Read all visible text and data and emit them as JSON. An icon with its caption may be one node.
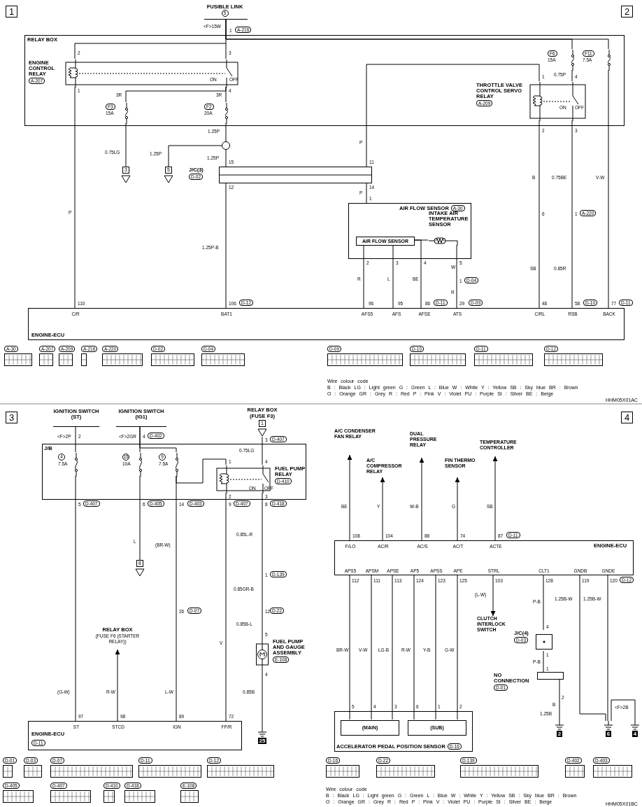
{
  "diagram": {
    "nodes": [
      {
        "text": [
          "FUSIBLE LINK",
          "5"
        ]
      },
      {
        "text": [
          "RELAY BOX"
        ]
      },
      {
        "text": [
          "ENGINE CONTROL RELAY",
          "A-207"
        ],
        "in": 1
      },
      {
        "text": [
          "F3",
          "15A"
        ],
        "in": 1
      },
      {
        "text": [
          "F2",
          "20A"
        ],
        "in": 1
      },
      {
        "text": [
          "F6",
          "15A"
        ],
        "in": 1
      },
      {
        "text": [
          "F11",
          "7.5A"
        ],
        "in": 1
      },
      {
        "text": [
          "THROTTLE VALVE CONTROL SERVO RELAY",
          "A-209"
        ],
        "in": 1
      },
      {
        "text": [],
        "shape": "circle"
      },
      {
        "text": [
          "3"
        ]
      },
      {
        "text": [
          "5"
        ]
      },
      {
        "text": [
          "J/C(3)",
          "D-02"
        ]
      },
      {
        "text": [
          "AIR FLOW SENSOR",
          "A-30"
        ]
      },
      {
        "text": [
          "AIR FLOW SENSOR"
        ],
        "in": 12
      },
      {
        "text": [
          "INTAKE AIR TEMPERATURE SENSOR"
        ],
        "in": 12
      },
      {
        "text": [
          "ENGINE-ECU",
          "C/R",
          "BAT1",
          "AFS5",
          "AFS",
          "AFSE",
          "ATS",
          "C/RL",
          "RSB",
          "BACK"
        ]
      },
      {
        "text": [
          "IGNITION SWITCH (ST)"
        ]
      },
      {
        "text": [
          "IGNITION SWITCH (IG1)"
        ]
      },
      {
        "text": [
          "RELAY BOX",
          "(FUSE F3)",
          "1"
        ]
      },
      {
        "text": [
          "J/B"
        ]
      },
      {
        "text": [
          "4",
          "7.5A"
        ],
        "in": 19
      },
      {
        "text": [
          "15",
          "10A"
        ],
        "in": 19
      },
      {
        "text": [
          "9",
          "7.5A"
        ],
        "in": 19
      },
      {
        "text": [
          "FUEL PUMP RELAY",
          "D-410"
        ],
        "in": 19
      },
      {
        "text": [
          "8"
        ]
      },
      {
        "text": [
          "RELAY BOX",
          "(FUSE F6 (STARTER RELAY))"
        ]
      },
      {
        "text": [
          "FUEL PUMP AND GAUGE ASSEMBLY",
          "E-108"
        ]
      },
      {
        "text": [
          "25"
        ]
      },
      {
        "text": [
          "ENGINE-ECU",
          "D-11",
          "ST",
          "STCD",
          "IGN",
          "FP/R"
        ]
      },
      {
        "text": [
          "A/C CONDENSER FAN RELAY"
        ]
      },
      {
        "text": [
          "A/C COMPRESSOR RELAY"
        ]
      },
      {
        "text": [
          "DUAL PRESSURE RELAY"
        ]
      },
      {
        "text": [
          "FIN THERMO SENSOR"
        ]
      },
      {
        "text": [
          "TEMPERATURE CONTROLLER"
        ]
      },
      {
        "text": [
          "ENGINE-ECU",
          "F/LO",
          "AC/R",
          "AC/S",
          "AC/T",
          "ACTE",
          "APS5",
          "APSM",
          "APSE",
          "AP5",
          "APSS",
          "APE",
          "STRL",
          "CLT1",
          "GNDB",
          "GNDE"
        ]
      },
      {
        "text": [
          "CLUTCH INTERLOCK SWITCH"
        ]
      },
      {
        "text": [
          "J/C(4)",
          "D-03"
        ]
      },
      {
        "text": [
          "NO CONNECTION",
          "D-01"
        ]
      },
      {
        "text": [
          "2"
        ]
      },
      {
        "text": [
          "6"
        ]
      },
      {
        "text": [
          "4"
        ]
      },
      {
        "text": [
          "ACCELERATOR PEDAL POSITION SENSOR",
          "D-16"
        ]
      },
      {
        "text": [
          "(MAIN)"
        ],
        "in": 41
      },
      {
        "text": [
          "(SUB)"
        ],
        "in": 41
      }
    ],
    "edges": [
      {
        "from": 0,
        "to": 2,
        "arrow": "none",
        "label": "<F>15W"
      },
      {
        "from": 0,
        "to": 5,
        "arrow": "none"
      },
      {
        "from": 0,
        "to": 6,
        "arrow": "none"
      },
      {
        "from": 2,
        "to": 15,
        "arrow": "none",
        "label": "P"
      },
      {
        "from": 2,
        "to": 3,
        "arrow": "none",
        "label": "3R"
      },
      {
        "from": 2,
        "to": 4,
        "arrow": "none",
        "label": "3R"
      },
      {
        "from": 3,
        "to": 9,
        "arrow": "none",
        "label": "0.75LG"
      },
      {
        "from": 4,
        "to": 8,
        "arrow": "none",
        "label": "1.25P"
      },
      {
        "from": 8,
        "to": 10,
        "arrow": "none",
        "label": "1.25P"
      },
      {
        "from": 8,
        "to": 11,
        "arrow": "none",
        "label": "1.25P"
      },
      {
        "from": 11,
        "to": 15,
        "arrow": "none",
        "label": "1.25P-B"
      },
      {
        "from": 11,
        "to": 7,
        "arrow": "none",
        "label": "P"
      },
      {
        "from": 11,
        "to": 12,
        "arrow": "none",
        "label": "P"
      },
      {
        "from": 5,
        "to": 7,
        "arrow": "none",
        "label": "0.75P"
      },
      {
        "from": 7,
        "to": 15,
        "arrow": "none",
        "label": "B"
      },
      {
        "from": 7,
        "to": 15,
        "arrow": "none",
        "label": "0.75BE"
      },
      {
        "from": 6,
        "to": 15,
        "arrow": "none",
        "label": "V-W"
      },
      {
        "from": 13,
        "to": 15,
        "arrow": "none",
        "label": "R"
      },
      {
        "from": 13,
        "to": 15,
        "arrow": "none",
        "label": "L"
      },
      {
        "from": 13,
        "to": 14,
        "arrow": "none"
      },
      {
        "from": 13,
        "to": 15,
        "arrow": "none",
        "label": "BE"
      },
      {
        "from": 14,
        "to": 15,
        "arrow": "none",
        "label": "W"
      },
      {
        "from": 16,
        "to": 20,
        "arrow": "none",
        "label": "<F>2P"
      },
      {
        "from": 17,
        "to": 21,
        "arrow": "none",
        "label": "<F>2GR"
      },
      {
        "from": 17,
        "to": 22,
        "arrow": "none"
      },
      {
        "from": 18,
        "to": 23,
        "arrow": "none",
        "label": "0.75LG"
      },
      {
        "from": 20,
        "to": 28,
        "arrow": "none",
        "label": "(G-W)"
      },
      {
        "from": 21,
        "to": 24,
        "arrow": "none",
        "label": "L"
      },
      {
        "from": 22,
        "to": 28,
        "arrow": "none",
        "label": "(BR-W)"
      },
      {
        "from": 22,
        "to": 23,
        "arrow": "none"
      },
      {
        "from": 23,
        "to": 28,
        "arrow": "none",
        "label": "V"
      },
      {
        "from": 23,
        "to": 26,
        "arrow": "none",
        "label": "0.85L-R"
      },
      {
        "from": 26,
        "to": 27,
        "arrow": "none",
        "label": "0.85B"
      },
      {
        "from": 28,
        "to": 25,
        "arrow": "to",
        "label": "R-W"
      },
      {
        "from": 34,
        "to": 29,
        "arrow": "to",
        "label": "BE"
      },
      {
        "from": 34,
        "to": 30,
        "arrow": "to",
        "label": "Y"
      },
      {
        "from": 34,
        "to": 31,
        "arrow": "to",
        "label": "W-B"
      },
      {
        "from": 34,
        "to": 32,
        "arrow": "to",
        "label": "G"
      },
      {
        "from": 34,
        "to": 33,
        "arrow": "to",
        "label": "SB"
      },
      {
        "from": 34,
        "to": 42,
        "arrow": "none",
        "label": "BR-W"
      },
      {
        "from": 34,
        "to": 42,
        "arrow": "none",
        "label": "V-W"
      },
      {
        "from": 34,
        "to": 42,
        "arrow": "none",
        "label": "LG-B"
      },
      {
        "from": 34,
        "to": 43,
        "arrow": "none",
        "label": "R-W"
      },
      {
        "from": 34,
        "to": 43,
        "arrow": "none",
        "label": "Y-B"
      },
      {
        "from": 34,
        "to": 43,
        "arrow": "none",
        "label": "G-W"
      },
      {
        "from": 34,
        "to": 35,
        "arrow": "to",
        "label": "(L-W)"
      },
      {
        "from": 34,
        "to": 36,
        "arrow": "none",
        "label": "P-B"
      },
      {
        "from": 36,
        "to": 37,
        "arrow": "none",
        "label": "P-B"
      },
      {
        "from": 37,
        "to": 38,
        "arrow": "none",
        "label": "B"
      },
      {
        "from": 34,
        "to": 39,
        "arrow": "none",
        "label": "1.25B-W"
      },
      {
        "from": 34,
        "to": 39,
        "arrow": "none",
        "label": "1.25B-W"
      },
      {
        "from": 39,
        "to": 40,
        "arrow": "none",
        "label": "<F>2B"
      }
    ],
    "labels": [
      "1",
      "2",
      "1",
      "A-216",
      "2",
      "3",
      "1",
      "4",
      "ON",
      "OFF",
      "15",
      "12",
      "11",
      "14",
      "1",
      "4",
      "2",
      "3",
      "ON",
      "OFF",
      "6",
      "1",
      "A-220",
      "1",
      "2",
      "3",
      "4",
      "5",
      "1",
      "D-04",
      "SB",
      "0.85R",
      "R",
      "110",
      "106",
      "D-12",
      "96",
      "95",
      "86",
      "D-11",
      "29",
      "D-09",
      "48",
      "58",
      "D-10",
      "77",
      "D-11",
      "A-30",
      "A-207",
      "A-209",
      "A-216",
      "A-220",
      "D-02",
      "D-04",
      "D-09",
      "D-10",
      "D-11",
      "D-12",
      "Wire colour code",
      "B : Black LG : Light green G : Green L : Blue W : White Y : Yellow SB : Sky blue BR : Brown",
      "O : Orange GR : Grey R : Red P : Pink V : Violet PU : Purple SI : Silver BE : Beige",
      "HHM05X01AC",
      "3",
      "4",
      "2",
      "4",
      "D-402",
      "3",
      "D-407",
      "1",
      "4",
      "2",
      "3",
      "ON",
      "OFF",
      "5",
      "D-407",
      "6",
      "D-405",
      "14",
      "D-403",
      "9",
      "D-407",
      "8",
      "D-418",
      "1",
      "D-139",
      "26",
      "D-07",
      "12",
      "D-22",
      "5",
      "4",
      "0.85GR-B",
      "0.85B-L",
      "L-W",
      "97",
      "98",
      "89",
      "72",
      "108",
      "104",
      "88",
      "74",
      "87",
      "D-11",
      "112",
      "111",
      "113",
      "124",
      "123",
      "125",
      "103",
      "128",
      "119",
      "120",
      "D-12",
      "4",
      "1",
      "1",
      "2",
      "1.25B",
      "5",
      "4",
      "3",
      "6",
      "1",
      "2",
      "D-01",
      "D-03",
      "D-07",
      "D-11",
      "D-12",
      "D-405",
      "D-407",
      "D-410",
      "D-418",
      "E-108",
      "D-16",
      "D-22",
      "D-139",
      "D-402",
      "D-403",
      "Wire colour code",
      "B : Black LG : Light green G : Green L : Blue W : White Y : Yellow SB : Sky blue BR : Brown",
      "O : Orange GR : Grey R : Red P : Pink V : Violet PU : Purple SI : Silver BE : Beige",
      "HHM05X01BC"
    ]
  }
}
